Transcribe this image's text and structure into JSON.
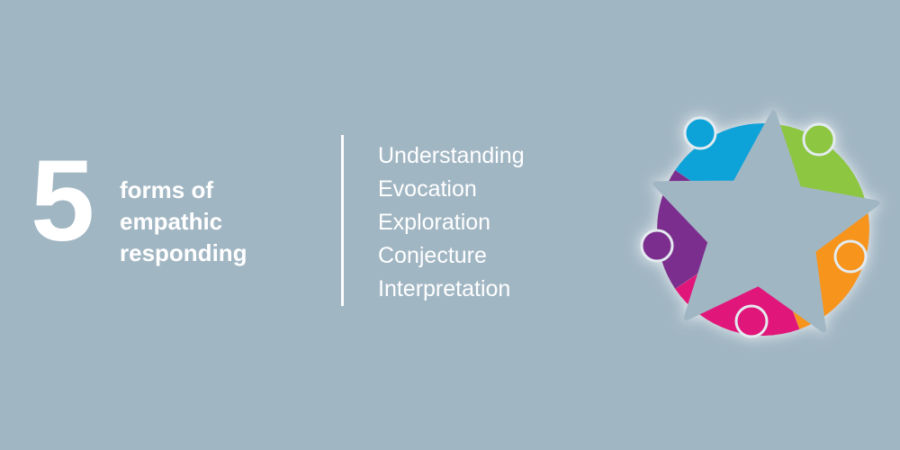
{
  "number": "5",
  "subtitle_lines": [
    "forms of",
    "empathic",
    "responding"
  ],
  "forms": [
    "Understanding",
    "Evocation",
    "Exploration",
    "Conjecture",
    "Interpretation"
  ],
  "colors": {
    "background": "#a1b6c3",
    "segments": [
      "#8dc63f",
      "#f7941d",
      "#e0177a",
      "#7b2d8e",
      "#0aa3d8"
    ]
  }
}
